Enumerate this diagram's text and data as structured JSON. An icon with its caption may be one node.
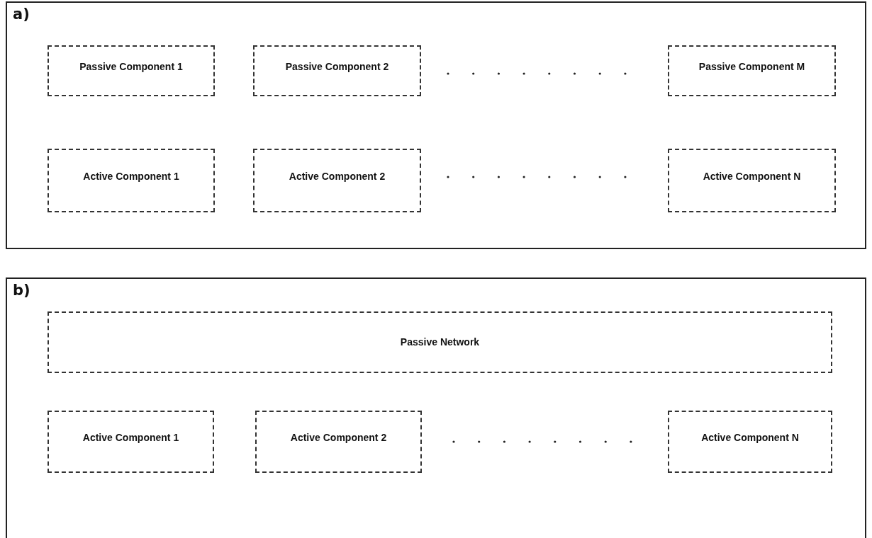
{
  "diagram": {
    "nodes": [
      {
        "text": [
          "a)"
        ]
      },
      {
        "text": [
          "Passive Component 1"
        ],
        "in": 0
      },
      {
        "text": [
          "Passive Component 2"
        ],
        "in": 0
      },
      {
        "text": [
          "Passive Component M"
        ],
        "in": 0
      },
      {
        "text": [
          "Active Component 1"
        ],
        "in": 0
      },
      {
        "text": [
          "Active Component 2"
        ],
        "in": 0
      },
      {
        "text": [
          "Active Component N"
        ],
        "in": 0
      },
      {
        "text": [
          "b)"
        ]
      },
      {
        "text": [
          "Passive Network"
        ],
        "in": 7
      },
      {
        "text": [
          "Active Component 1"
        ],
        "in": 7
      },
      {
        "text": [
          "Active Component 2"
        ],
        "in": 7
      },
      {
        "text": [
          "Active Component N"
        ],
        "in": 7
      }
    ]
  }
}
